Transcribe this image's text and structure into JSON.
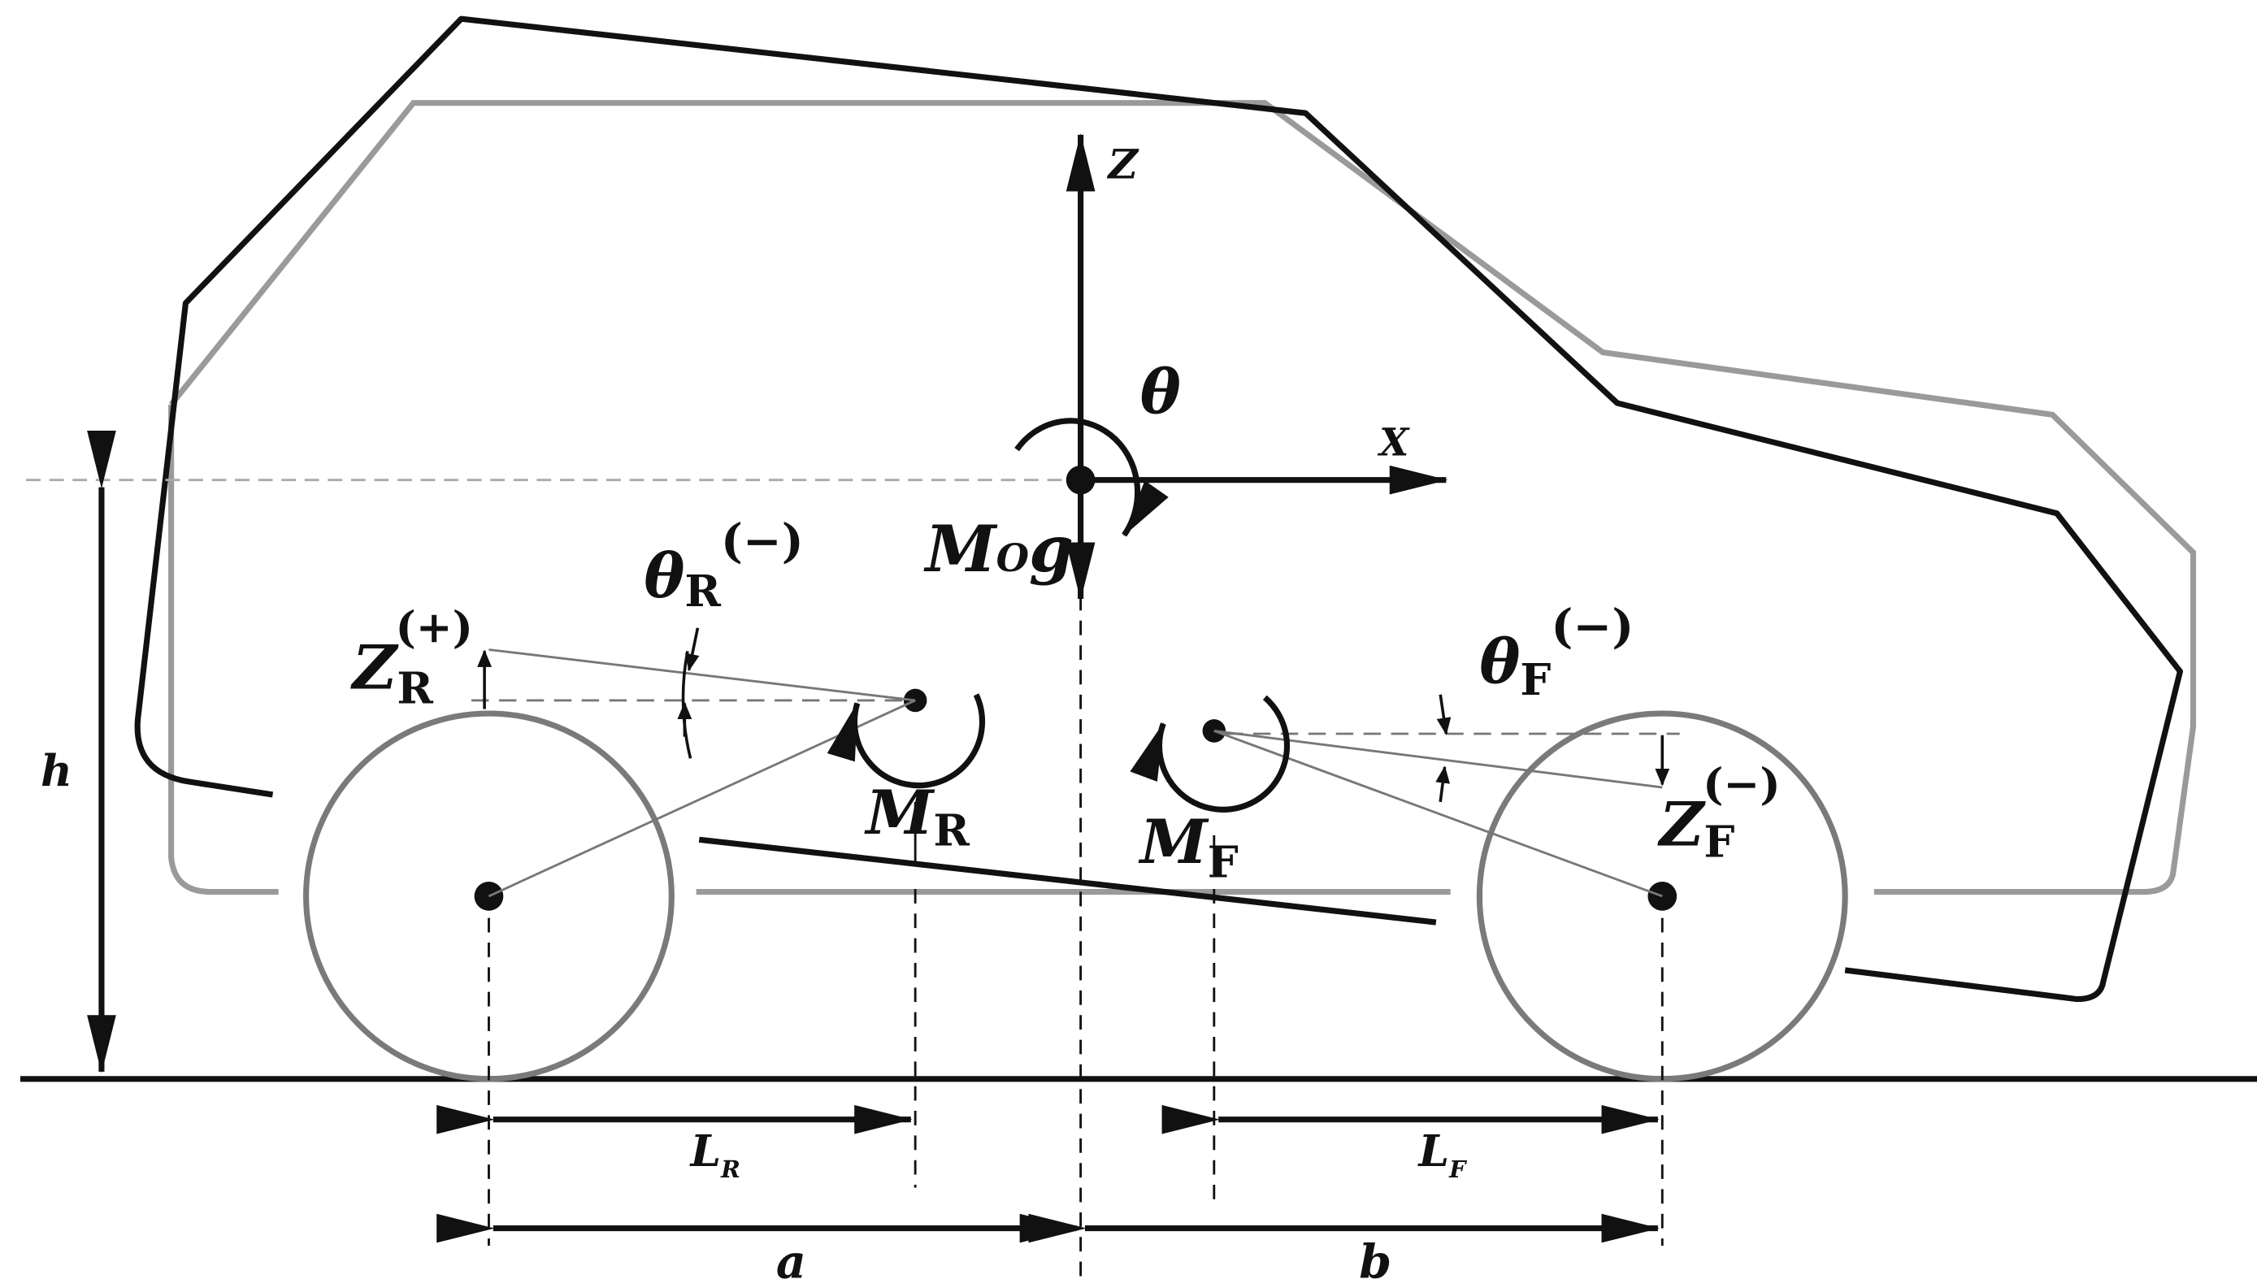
{
  "colors": {
    "outline_current": "#111111",
    "outline_reference": "#9a9a9a",
    "wheel": "#7a7a7a",
    "ground": "#111111"
  },
  "labels": {
    "z_axis": "Z",
    "x_axis": "X",
    "theta": "θ",
    "m0g_main": "M",
    "m0g_sub": "O",
    "m0g_tail": "g",
    "h": "h",
    "theta_r_main": "θ",
    "theta_r_sub": "R",
    "theta_r_sup": "(−)",
    "z_r_main": "Z",
    "z_r_sub": "R",
    "z_r_sup": "(+)",
    "m_r_main": "M",
    "m_r_sub": "R",
    "m_f_main": "M",
    "m_f_sub": "F",
    "theta_f_main": "θ",
    "theta_f_sub": "F",
    "theta_f_sup": "(−)",
    "z_f_main": "Z",
    "z_f_sub": "F",
    "z_f_sup": "(−)",
    "l_r_main": "L",
    "l_r_sub": "R",
    "l_f_main": "L",
    "l_f_sub": "F",
    "a": "a",
    "b": "b"
  }
}
